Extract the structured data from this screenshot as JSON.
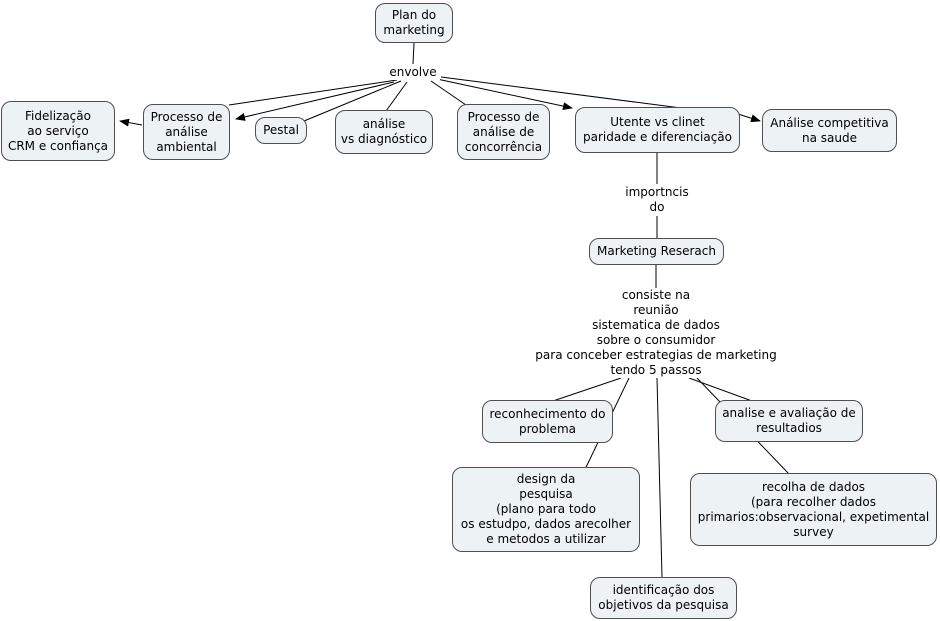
{
  "diagram": {
    "type": "concept-map",
    "colors": {
      "node_fill": "#edf2f5",
      "node_border": "#4f4f4f",
      "line": "#000000",
      "text": "#000000",
      "canvas_bg": "#ffffff"
    },
    "nodes": {
      "plan": {
        "label": "Plan do\nmarketing"
      },
      "fidelizacao": {
        "label": "Fidelização\nao serviço\nCRM e confiança"
      },
      "processo_ambiental": {
        "label": "Processo de\nanálise\nambiental"
      },
      "pestal": {
        "label": "Pestal"
      },
      "analise_diagnostico": {
        "label": "análise\nvs diagnóstico"
      },
      "concorrencia": {
        "label": "Processo de\nanálise de\nconcorrência"
      },
      "utente": {
        "label": "Utente vs clinet\nparidade e diferenciação"
      },
      "competitiva": {
        "label": "Análise competitiva\nna saude"
      },
      "marketing_research": {
        "label": "Marketing Reserach"
      },
      "reconhecimento": {
        "label": "reconhecimento do\nproblema"
      },
      "analise_avaliacao": {
        "label": "analise e avaliação de\nresultadios"
      },
      "design": {
        "label": "design da\npesquisa\n(plano para todo\nos estudpo, dados arecolher\ne metodos a utilizar"
      },
      "recolha": {
        "label": "recolha de dados\n(para recolher dados\nprimarios:observacional, expetimental\nsurvey"
      },
      "identificacao": {
        "label": "identificação dos\nobjetivos da pesquisa"
      }
    },
    "linking_phrases": {
      "envolve": {
        "label": "envolve"
      },
      "importncis": {
        "label": "importncis\ndo"
      },
      "consiste": {
        "label": "consiste na\nreunião\nsistematica de dados\nsobre o consumidor\npara conceber estrategias de marketing\ntendo 5 passos"
      }
    }
  }
}
